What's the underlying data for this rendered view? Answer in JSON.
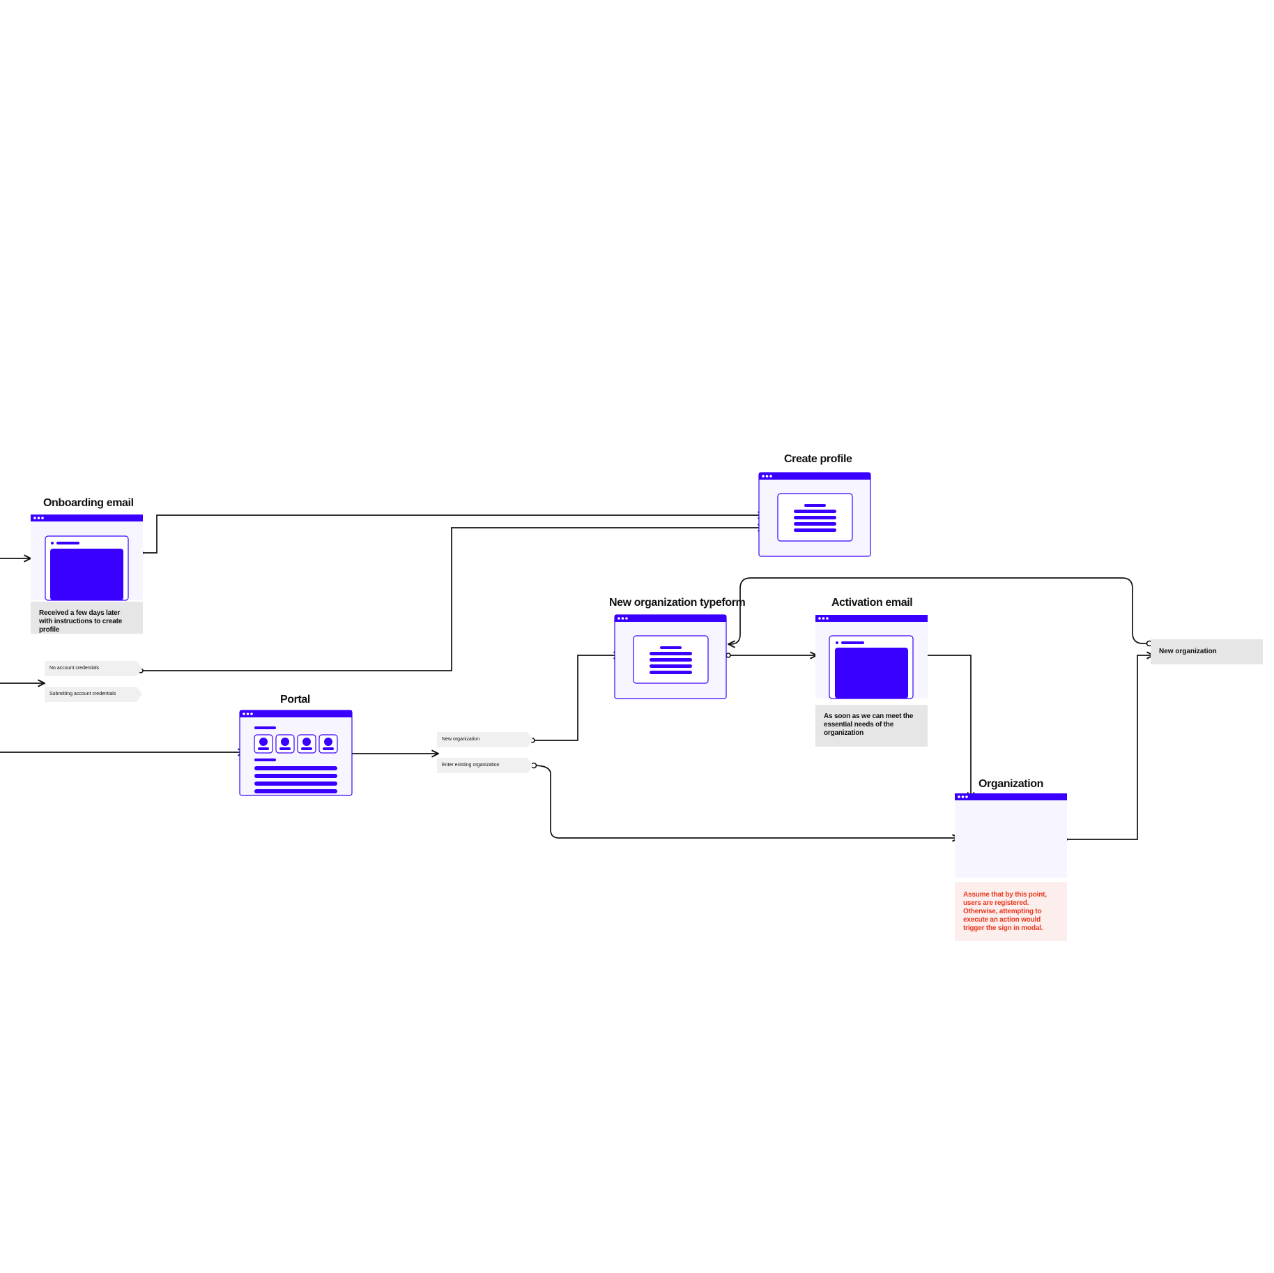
{
  "colors": {
    "accent": "#3a00ff",
    "frame_fill": "#f7f5ff",
    "line": "#111111",
    "note_bg": "#e6e6e6",
    "warning_text": "#e63a1e",
    "warning_bg": "#fdeeee"
  },
  "screens": {
    "onboarding_email": {
      "title": "Onboarding email",
      "icon": "email-preview-icon"
    },
    "create_profile": {
      "title": "Create profile",
      "icon": "form-lines-icon"
    },
    "portal": {
      "title": "Portal",
      "icon": "dashboard-preview-icon"
    },
    "new_org_typeform": {
      "title": "New organization typeform",
      "icon": "form-lines-icon"
    },
    "activation_email": {
      "title": "Activation email",
      "icon": "email-preview-icon"
    },
    "organization": {
      "title": "Organization",
      "icon": "blank-page-icon"
    }
  },
  "notes": {
    "onboarding": "Received a few days later with instructions to create profile",
    "activation": "As soon as we can meet the essential needs of the organization",
    "organization_warning": "Assume that by this point, users are registered. Otherwise, attempting to execute an action would trigger the sign in modal."
  },
  "branches": {
    "no_credentials": "No account credentials",
    "submitting_credentials": "Submitting account credentials",
    "new_organization": "New organization",
    "enter_existing": "Enter existing organization",
    "new_organization_right": "New organization"
  }
}
